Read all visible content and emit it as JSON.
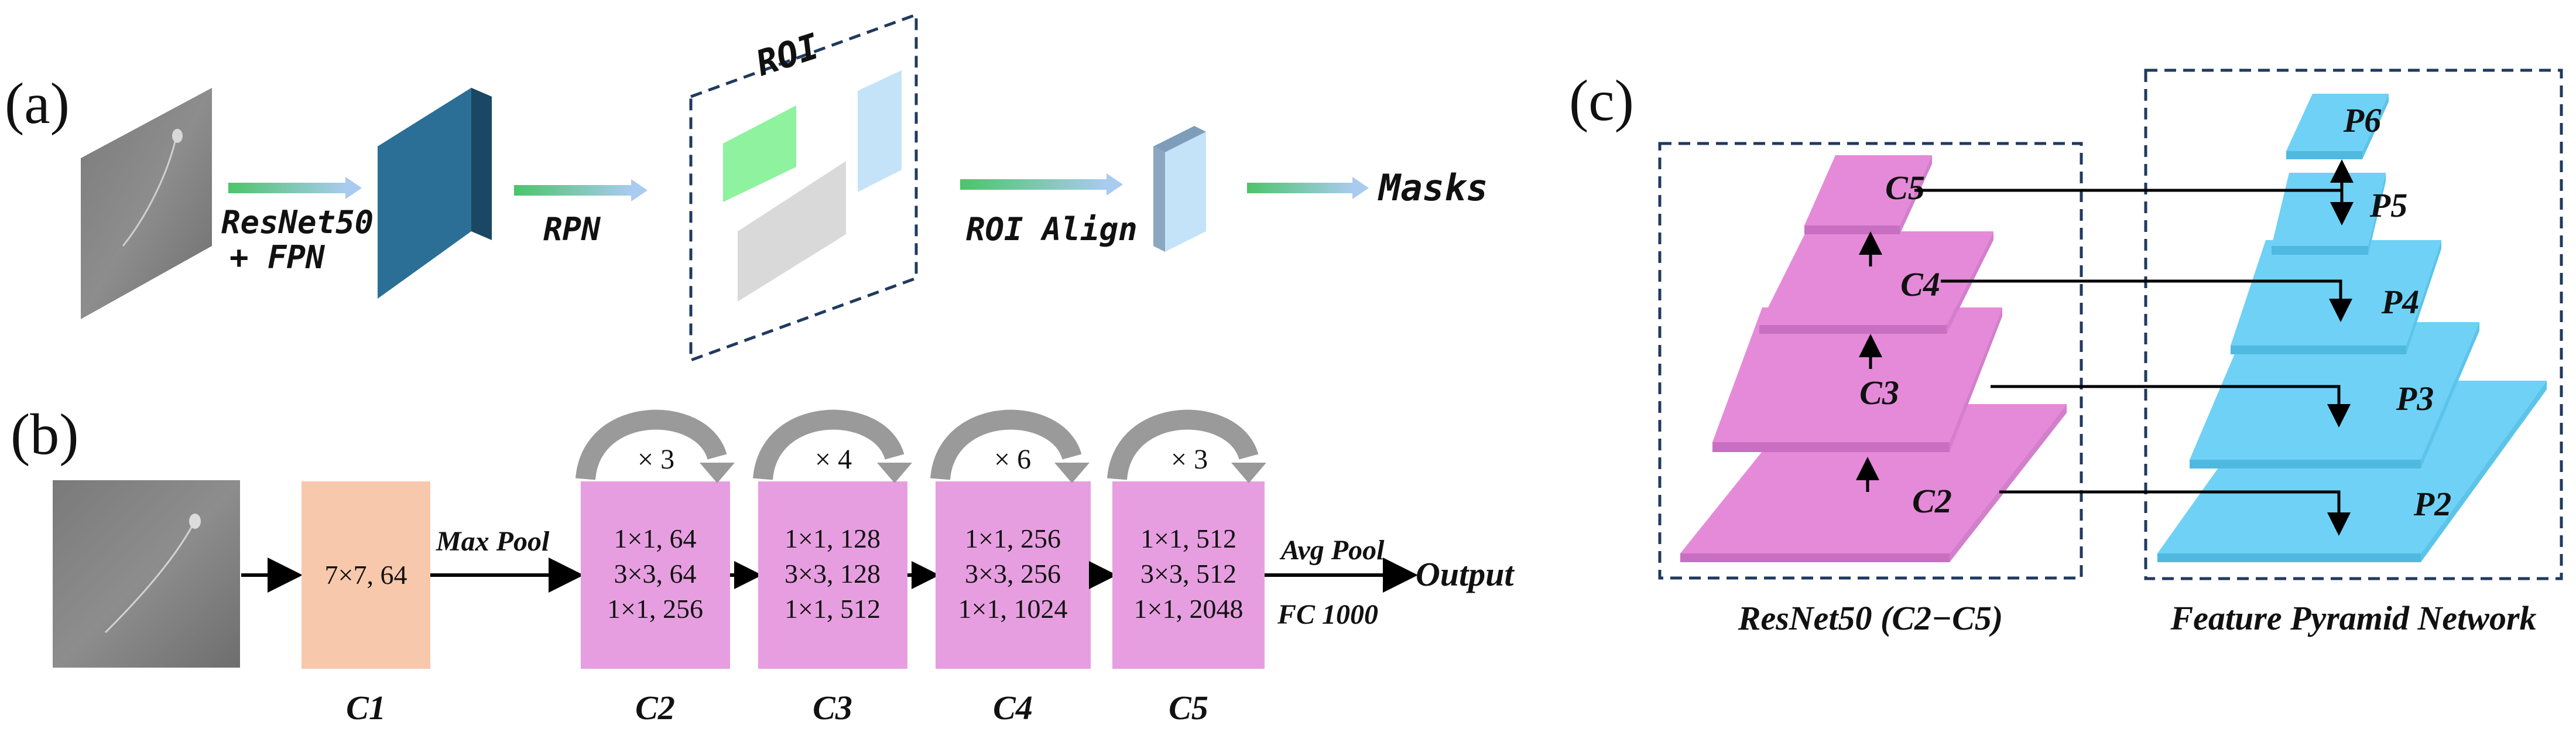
{
  "panels": {
    "a": "(a)",
    "b": "(b)",
    "c": "(c)"
  },
  "panel_a": {
    "backbone_line1": "ResNet50",
    "backbone_line2": "+ FPN",
    "rpn": "RPN",
    "roi": "ROI",
    "roi_align": "ROI Align",
    "output": "Masks"
  },
  "panel_b": {
    "c1_box": "7×7, 64",
    "max_pool": "Max Pool",
    "avg_pool": "Avg Pool",
    "output": "Output",
    "fc": "FC 1000",
    "stages": [
      {
        "name": "C1"
      },
      {
        "name": "C2",
        "repeat": "× 3",
        "rows": [
          "1×1, 64",
          "3×3, 64",
          "1×1, 256"
        ]
      },
      {
        "name": "C3",
        "repeat": "× 4",
        "rows": [
          "1×1, 128",
          "3×3, 128",
          "1×1, 512"
        ]
      },
      {
        "name": "C4",
        "repeat": "× 6",
        "rows": [
          "1×1, 256",
          "3×3, 256",
          "1×1, 1024"
        ]
      },
      {
        "name": "C5",
        "repeat": "× 3",
        "rows": [
          "1×1, 512",
          "3×3, 512",
          "1×1, 2048"
        ]
      }
    ]
  },
  "panel_c": {
    "resnet_levels": [
      "C2",
      "C3",
      "C4",
      "C5"
    ],
    "fpn_levels": [
      "P2",
      "P3",
      "P4",
      "P5",
      "P6"
    ],
    "resnet_caption": "ResNet50 (C2−C5)",
    "fpn_caption": "Feature Pyramid Network"
  },
  "colors": {
    "pink": "#e58ad8",
    "blue": "#6fd1f5",
    "peach": "#f7c8ac",
    "navy": "#1f3a5f"
  }
}
